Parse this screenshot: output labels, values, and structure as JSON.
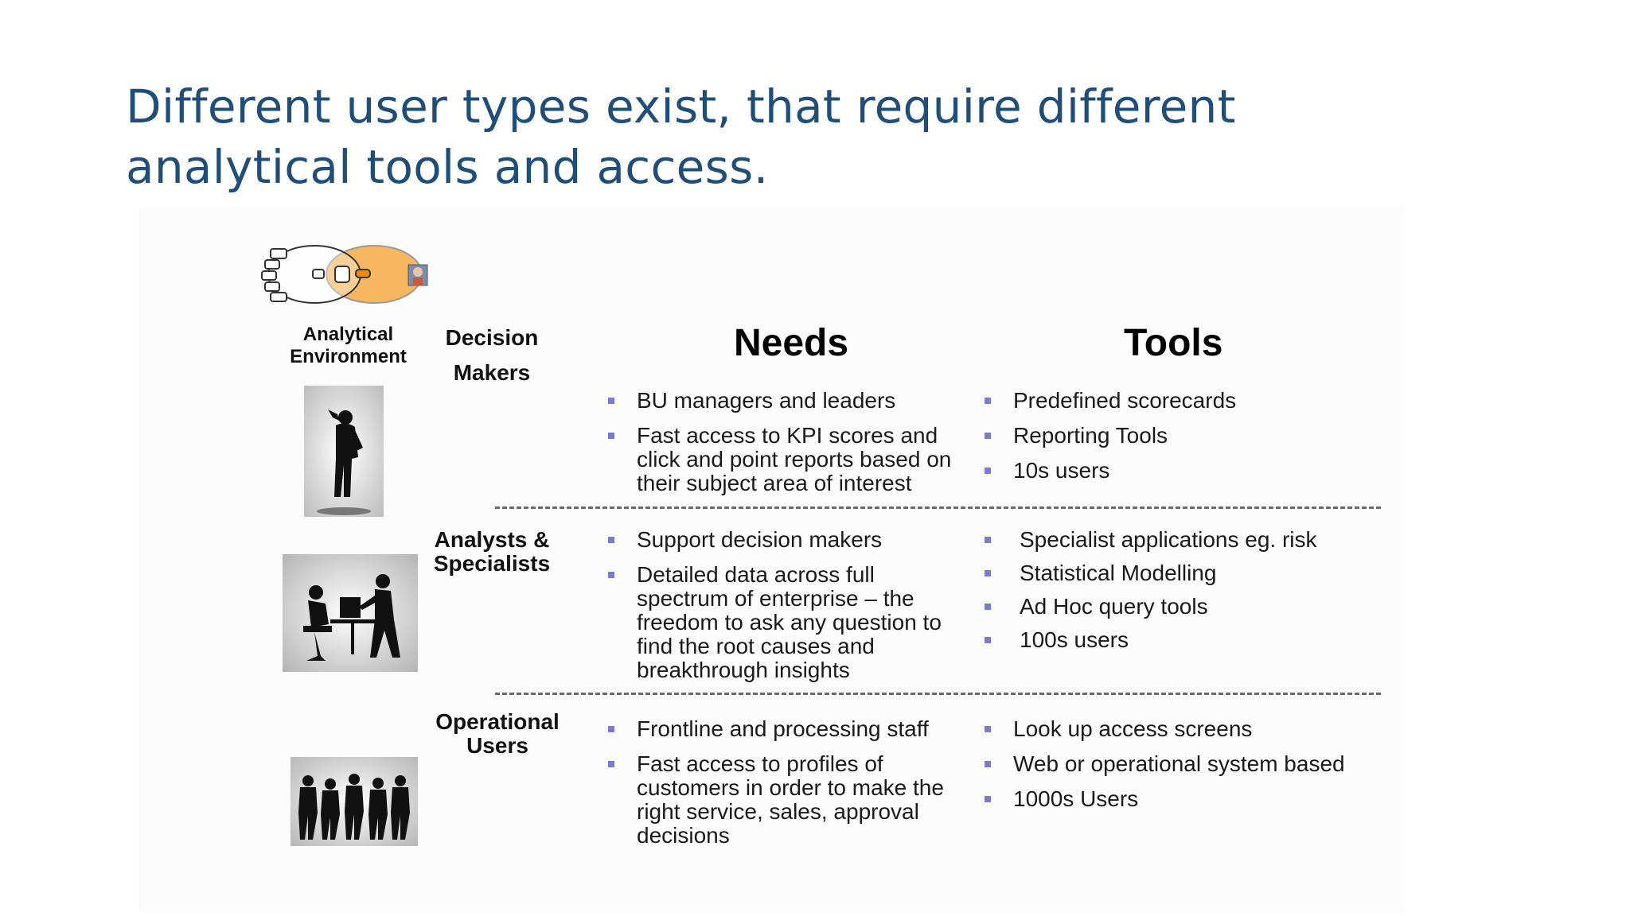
{
  "title": "Different user types exist, that require different analytical tools and access.",
  "environment": {
    "label": "Analytical Environment"
  },
  "columns": {
    "needs": "Needs",
    "tools": "Tools"
  },
  "rows": [
    {
      "label_line1": "Decision",
      "label_line2": "Makers",
      "needs": [
        "BU managers and leaders",
        "Fast access to KPI scores and click and point reports based on their subject area of interest"
      ],
      "tools": [
        "Predefined scorecards",
        "Reporting Tools",
        "10s users"
      ]
    },
    {
      "label_line1": "Analysts &",
      "label_line2": "Specialists",
      "needs": [
        "Support decision makers",
        "Detailed data across full spectrum of enterprise – the freedom to ask any question to find the root causes and breakthrough insights"
      ],
      "tools": [
        "Specialist applications eg. risk",
        "Statistical Modelling",
        "Ad Hoc query tools",
        "100s users"
      ]
    },
    {
      "label_line1": "Operational",
      "label_line2": "Users",
      "needs": [
        "Frontline and processing staff",
        "Fast access to profiles of customers in order to make the right service, sales, approval decisions"
      ],
      "tools": [
        "Look up access screens",
        "Web or operational system based",
        "1000s Users"
      ]
    }
  ],
  "colors": {
    "title": "#1f4e79",
    "bullet": "#7a79d6",
    "env_highlight": "#f6b760"
  },
  "icons": [
    "analytical-environment-diagram",
    "executive-silhouette",
    "analysts-silhouette",
    "team-silhouette"
  ]
}
